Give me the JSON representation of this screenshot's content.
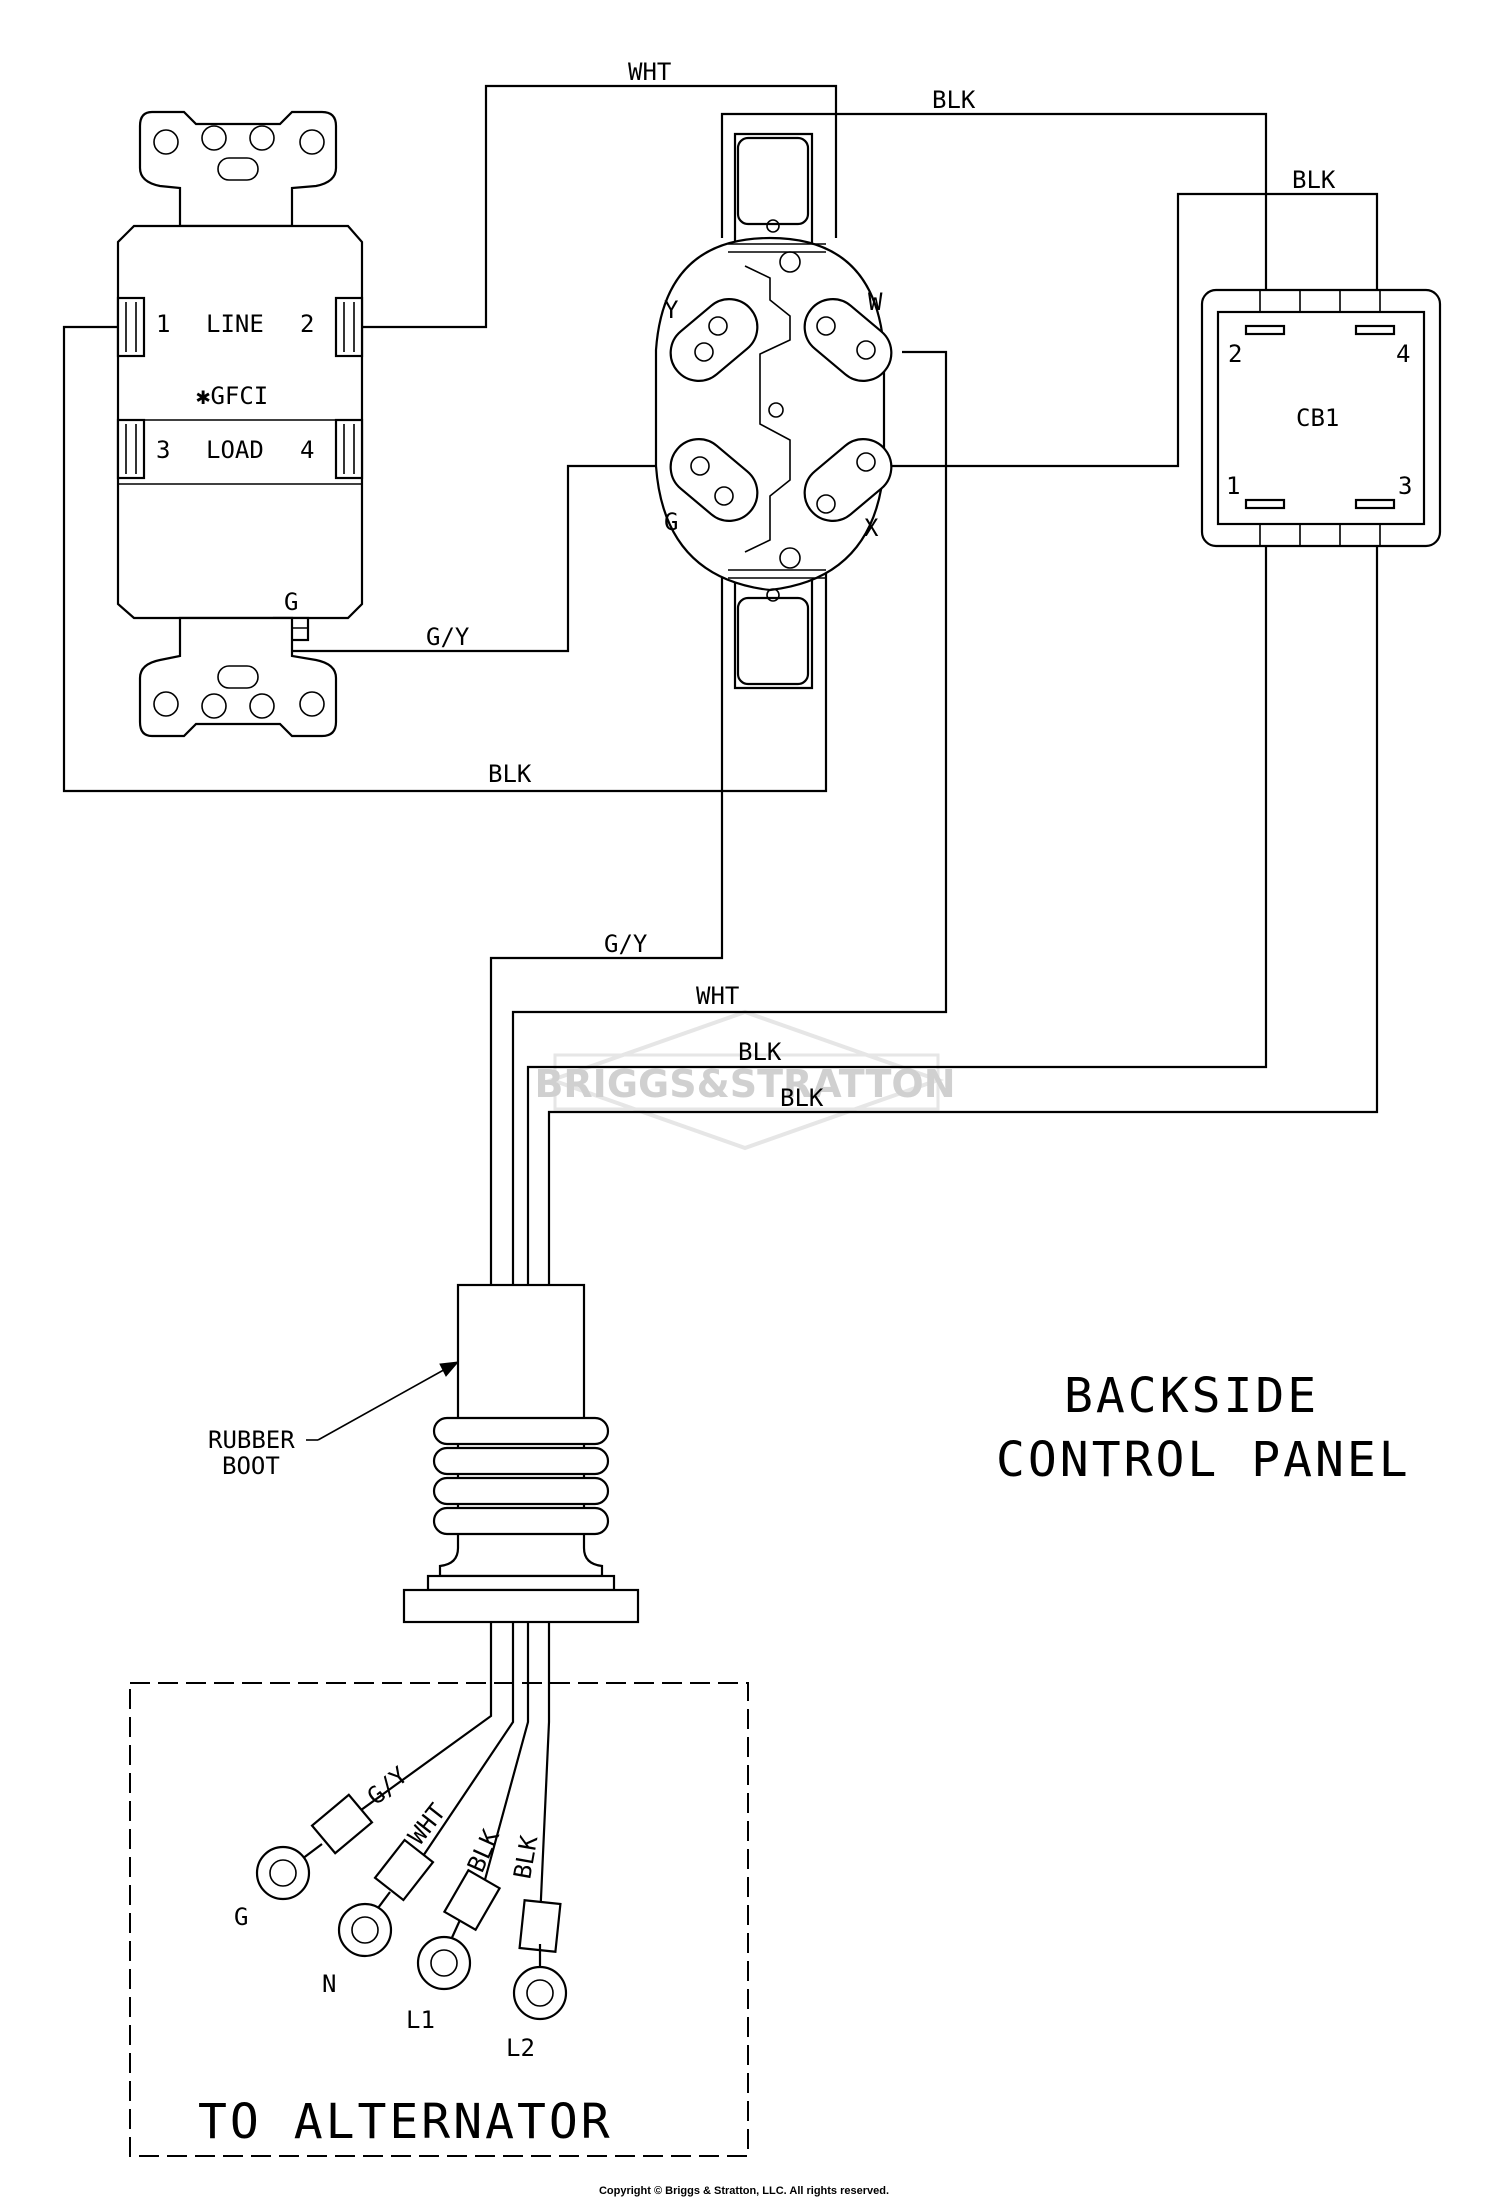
{
  "title": {
    "line1": "BACKSIDE",
    "line2": "CONTROL PANEL"
  },
  "wire_labels": {
    "gfci_to_outlet_w": "WHT",
    "outlet_y_to_cb_top": "BLK",
    "cb_top_loop": "BLK",
    "gfci_ground": "G/Y",
    "gfci_line_return": "BLK",
    "harness_gy": "G/Y",
    "harness_wht": "WHT",
    "harness_blk_1": "BLK",
    "harness_blk_2": "BLK"
  },
  "gfci": {
    "line_1": "1",
    "line_label": "LINE",
    "line_2": "2",
    "type": "✱GFCI",
    "load_3": "3",
    "load_label": "LOAD",
    "load_4": "4",
    "ground": "G"
  },
  "outlet": {
    "y": "Y",
    "w": "W",
    "g": "G",
    "x": "X"
  },
  "breaker": {
    "name": "CB1",
    "t1": "1",
    "t2": "2",
    "t3": "3",
    "t4": "4"
  },
  "boot_label": {
    "line1": "RUBBER",
    "line2": "BOOT"
  },
  "leads": {
    "gy_label": "G/Y",
    "wht_label": "WHT",
    "blk1_label": "BLK",
    "blk2_label": "BLK",
    "g_term": "G",
    "n_term": "N",
    "l1_term": "L1",
    "l2_term": "L2"
  },
  "to_alternator": "TO ALTERNATOR",
  "watermark": "BRIGGS&STRATTON",
  "copyright": "Copyright © Briggs & Stratton, LLC. All rights reserved."
}
